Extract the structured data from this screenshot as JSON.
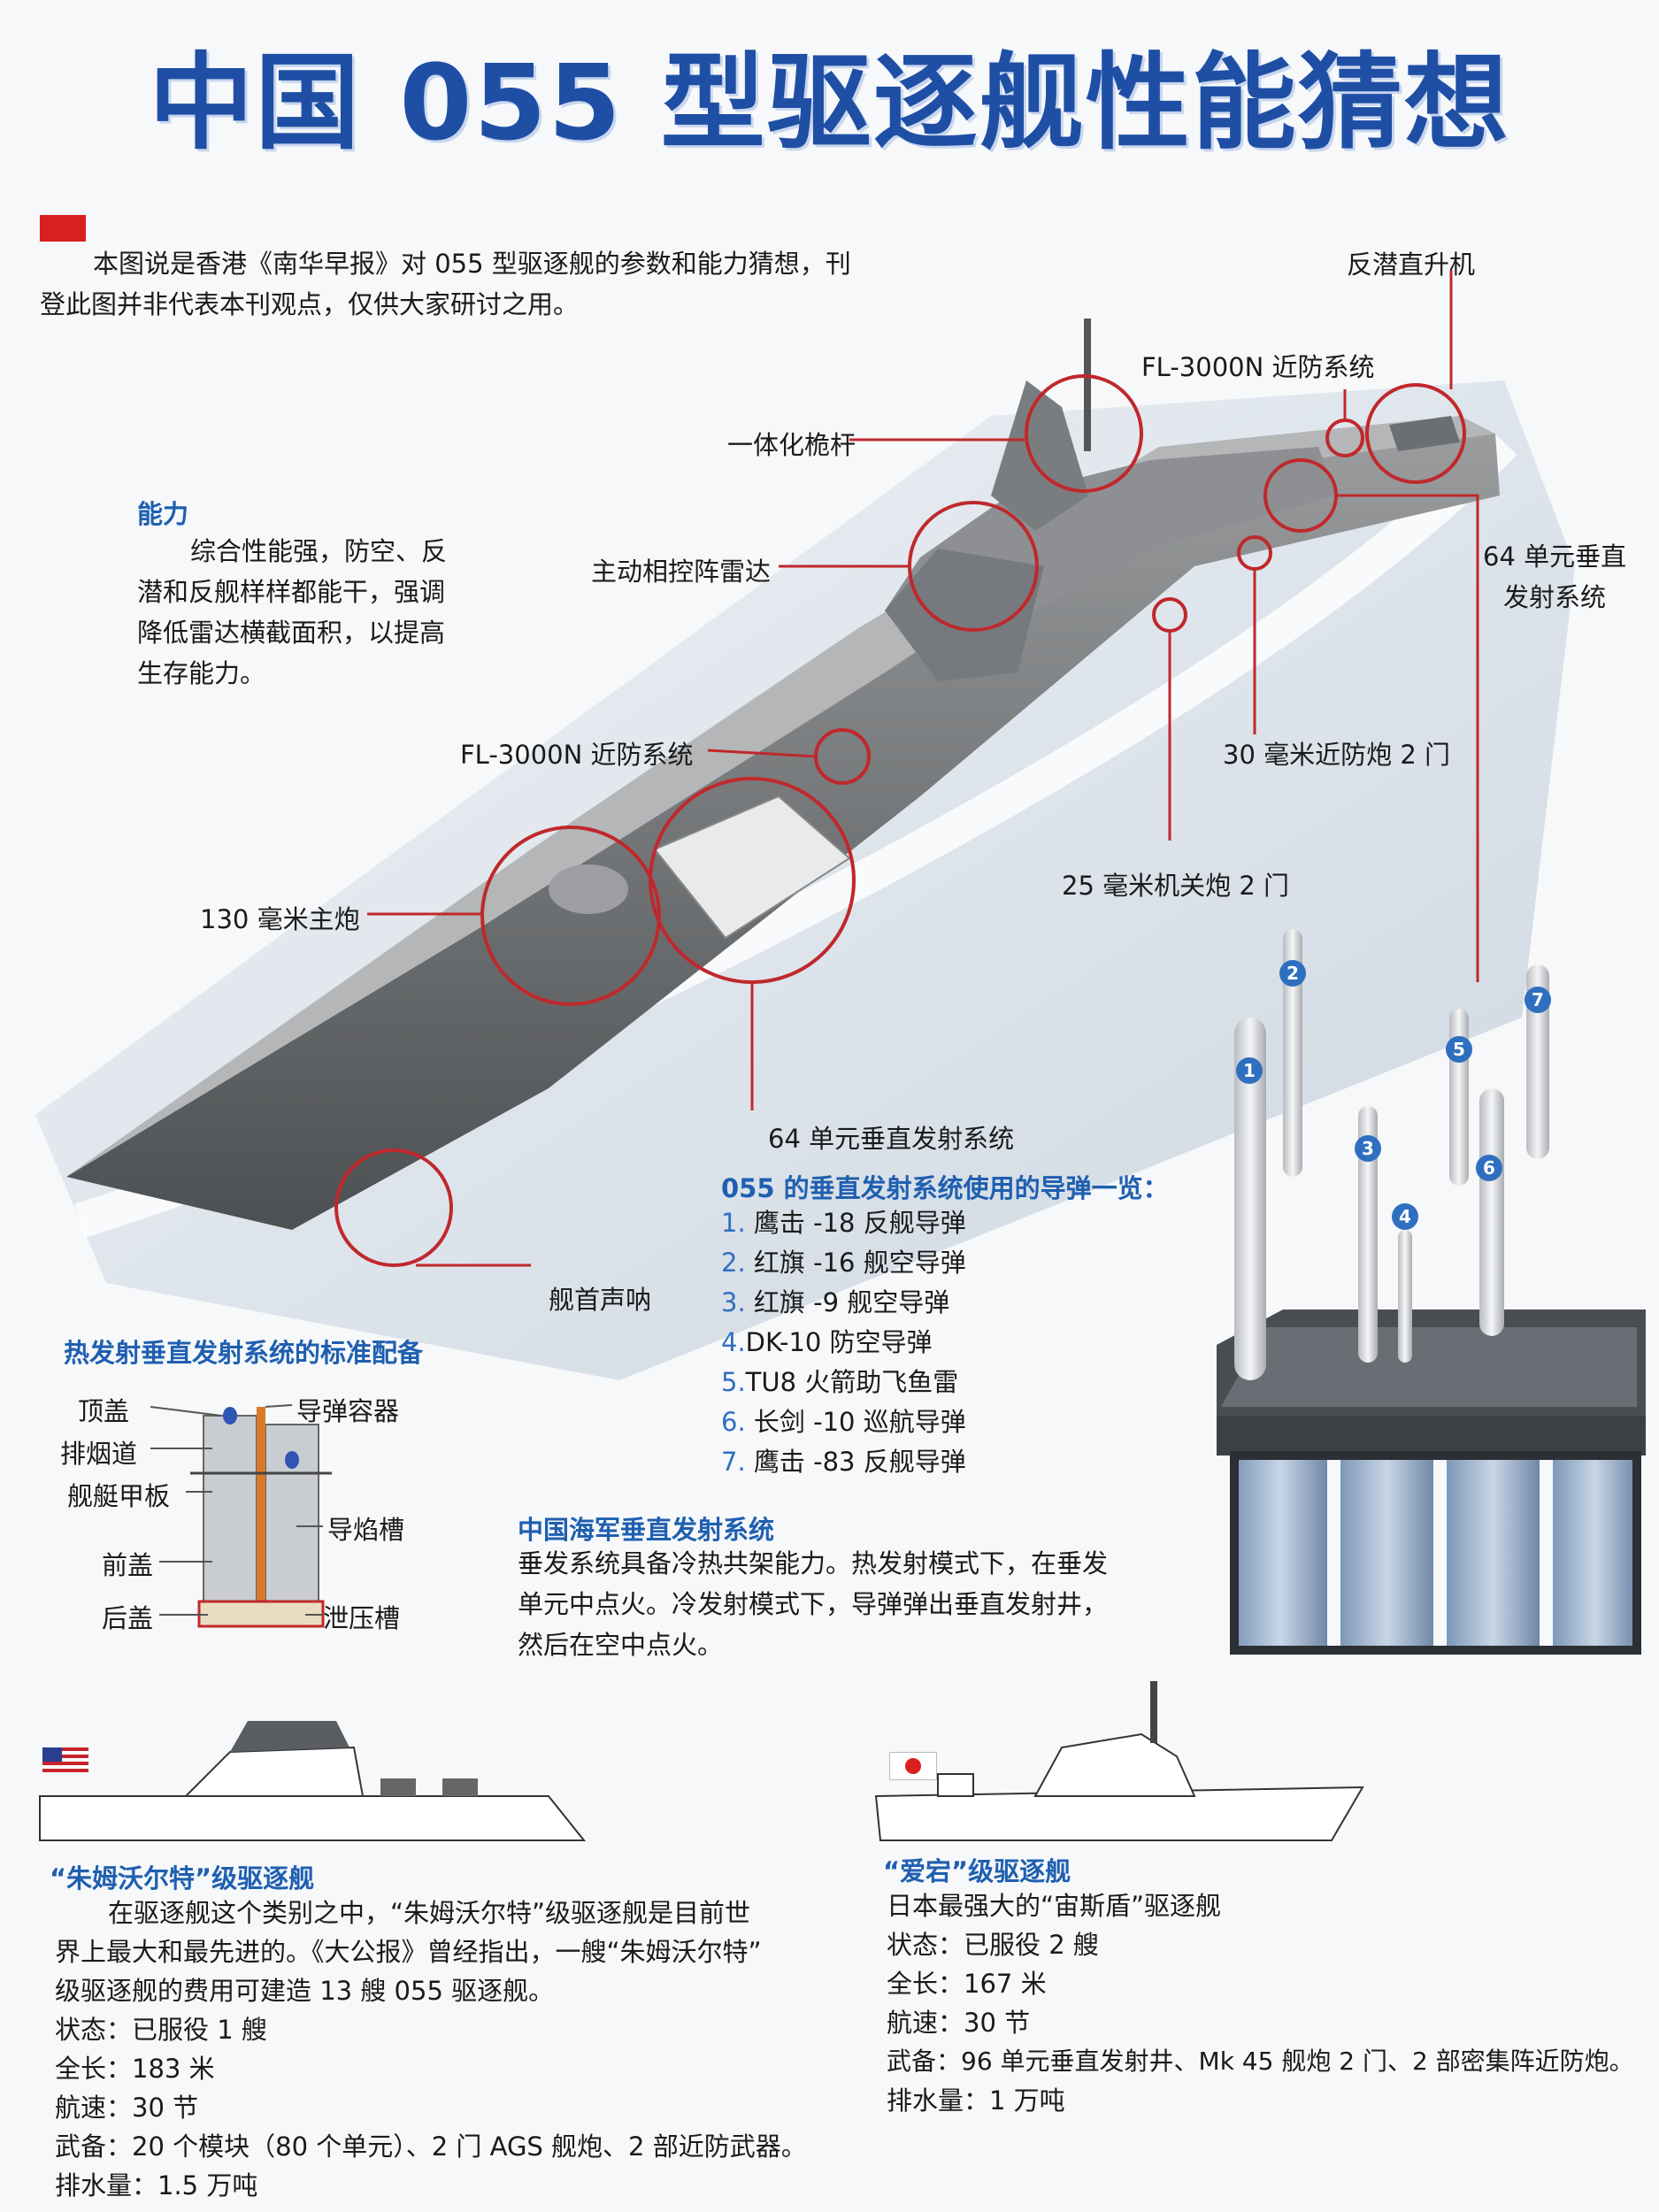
{
  "title": "中国 055 型驱逐舰性能猜想",
  "intro": [
    "本图说是香港《南华早报》对 055 型驱逐舰的参数和能力猜想，刊",
    "登此图并非代表本刊观点，仅供大家研讨之用。"
  ],
  "ability": {
    "heading": "能力",
    "lines": [
      "综合性能强，防空、反",
      "潜和反舰样样都能干，强调",
      "降低雷达横截面积，以提高",
      "生存能力。"
    ]
  },
  "callouts": {
    "helicopter": "反潜直升机",
    "fl3000n_top": "FL-3000N 近防系统",
    "mast": "一体化桅杆",
    "radar": "主动相控阵雷达",
    "vls_rear": [
      "64 单元垂直",
      "发射系统"
    ],
    "fl3000n_mid": "FL-3000N 近防系统",
    "gun30": "30 毫米近防炮 2 门",
    "gun25": "25 毫米机关炮 2 门",
    "main_gun": "130 毫米主炮",
    "vls_front": "64 单元垂直发射系统",
    "sonar": "舰首声呐"
  },
  "missiles": {
    "heading": "055 的垂直发射系统使用的导弹一览：",
    "items": [
      {
        "num": "1.",
        "name": "鹰击 -18 反舰导弹"
      },
      {
        "num": "2.",
        "name": "红旗 -16 舰空导弹"
      },
      {
        "num": "3.",
        "name": "红旗 -9 舰空导弹"
      },
      {
        "num": "4.",
        "name": "DK-10 防空导弹"
      },
      {
        "num": "5.",
        "name": "TU8 火箭助飞鱼雷"
      },
      {
        "num": "6.",
        "name": "长剑 -10 巡航导弹"
      },
      {
        "num": "7.",
        "name": "鹰击 -83 反舰导弹"
      }
    ],
    "badges": [
      "1",
      "2",
      "3",
      "4",
      "5",
      "6",
      "7"
    ]
  },
  "hot_launch": {
    "heading": "热发射垂直发射系统的标准配备",
    "labels": {
      "top_cover": "顶盖",
      "exhaust": "排烟道",
      "deck": "舰艇甲板",
      "front_cover": "前盖",
      "rear_cover": "后盖",
      "canister": "导弹容器",
      "flame_trench": "导焰槽",
      "relief": "泄压槽"
    }
  },
  "navy_vls": {
    "heading": "中国海军垂直发射系统",
    "lines": [
      "垂发系统具备冷热共架能力。热发射模式下，在垂发",
      "单元中点火。冷发射模式下，导弹弹出垂直发射井，",
      "然后在空中点火。"
    ]
  },
  "zumwalt": {
    "heading": "“朱姆沃尔特”级驱逐舰",
    "lines": [
      "在驱逐舰这个类别之中，“朱姆沃尔特”级驱逐舰是目前世",
      "界上最大和最先进的。《大公报》曾经指出，一艘“朱姆沃尔特”",
      "级驱逐舰的费用可建造 13 艘 055 驱逐舰。"
    ],
    "stats": [
      "状态：已服役 1 艘",
      "全长：183 米",
      "航速：30 节",
      "武备：20 个模块（80 个单元）、2 门 AGS 舰炮、2 部近防武器。",
      "排水量：1.5 万吨"
    ]
  },
  "atago": {
    "heading": "“爱宕”级驱逐舰",
    "lines": [
      "日本最强大的“宙斯盾”驱逐舰"
    ],
    "stats": [
      "状态：已服役 2 艘",
      "全长：167 米",
      "航速：30 节",
      "武备：96 单元垂直发射井、Mk 45 舰炮 2 门、2 部密集阵近防炮。",
      "排水量：1 万吨"
    ]
  },
  "colors": {
    "title": "#1f4fa5",
    "accent_red": "#c0282b",
    "heading_blue": "#1f5fb0"
  }
}
